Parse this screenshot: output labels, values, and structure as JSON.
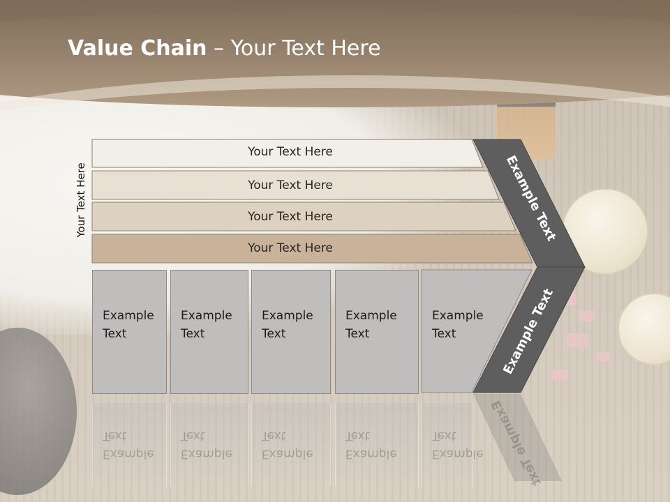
{
  "title": {
    "bold": "Value Chain",
    "rest": " – Your Text Here"
  },
  "side_label": "Your Text Here",
  "rows": [
    {
      "label": "Your Text Here",
      "color": "#f2efe8"
    },
    {
      "label": "Your Text Here",
      "color": "#e9e0d4"
    },
    {
      "label": "Your Text Here",
      "color": "#ddd1c0"
    },
    {
      "label": "Your Text Here",
      "color": "#c8b39a"
    }
  ],
  "boxes": [
    {
      "label": "Example Text"
    },
    {
      "label": "Example Text"
    },
    {
      "label": "Example Text"
    },
    {
      "label": "Example Text"
    },
    {
      "label": "Example Text"
    }
  ],
  "chevron": {
    "upper": "Example Text",
    "lower": "Example Text",
    "color": "#5e5e5e"
  },
  "colors": {
    "header": "#8a7762",
    "box": "#bfbebd"
  }
}
